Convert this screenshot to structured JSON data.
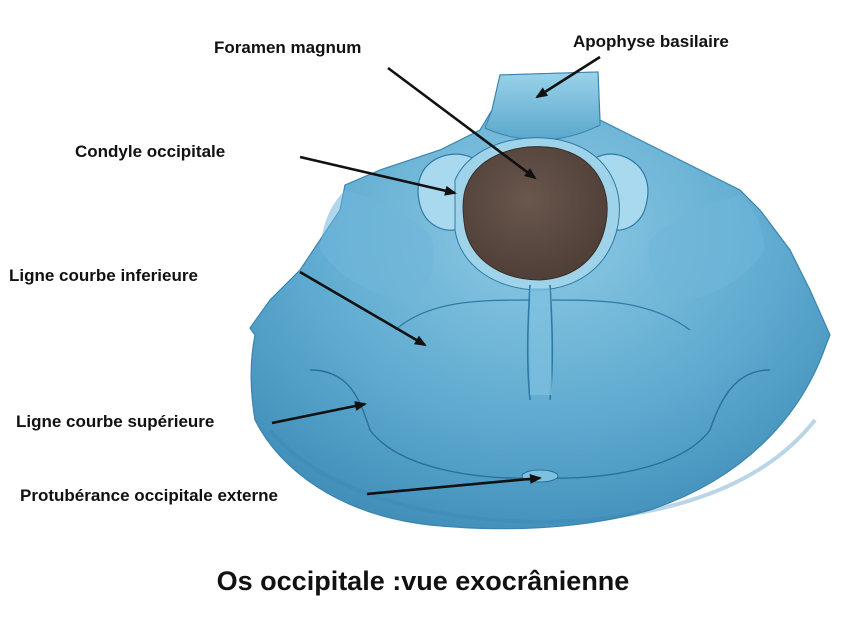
{
  "labels": {
    "foramen_magnum": "Foramen magnum",
    "apophyse_basilaire": "Apophyse basilaire",
    "condyle_occipitale": "Condyle occipitale",
    "ligne_courbe_inferieure": "Ligne courbe inferieure",
    "ligne_courbe_superieure": "Ligne courbe supérieure",
    "protuberance": "Protubérance occipitale externe"
  },
  "caption": "Os occipitale :vue exocrânienne",
  "colors": {
    "bone": "#5aa7cc",
    "bone_light": "#8ac6e0",
    "bone_dark": "#2f7aa4",
    "foramen": "#5a4a42",
    "arrow": "#111111"
  }
}
